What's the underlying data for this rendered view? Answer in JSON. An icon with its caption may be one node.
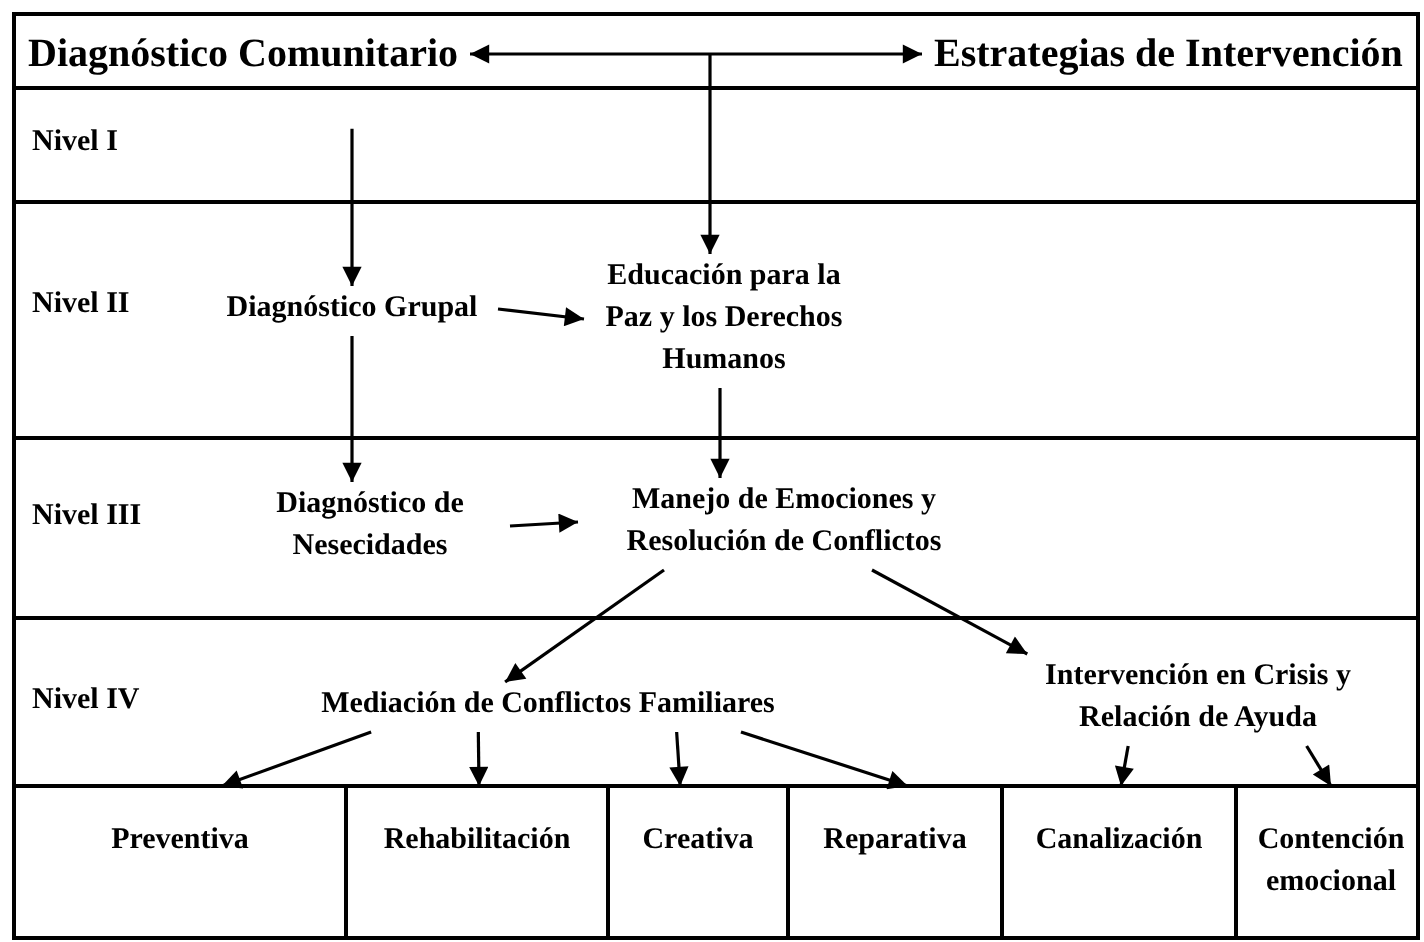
{
  "diagram": {
    "nodes": [
      {
        "text": [
          "Diagnóstico Comunitario"
        ]
      },
      {
        "text": [
          "Estrategias de Intervención"
        ]
      },
      {
        "text": [
          "Nivel I"
        ]
      },
      {
        "text": [
          "Nivel II"
        ]
      },
      {
        "text": [
          "Diagnóstico Grupal"
        ],
        "in": 3
      },
      {
        "text": [
          "Educación para la Paz y los Derechos Humanos"
        ],
        "in": 3
      },
      {
        "text": [
          "Nivel III"
        ]
      },
      {
        "text": [
          "Diagnóstico de Nesecidades"
        ],
        "in": 6
      },
      {
        "text": [
          "Manejo de  Emociones y Resolución de Conflictos"
        ],
        "in": 6
      },
      {
        "text": [
          "Nivel IV"
        ]
      },
      {
        "text": [
          "Mediación de Conflictos Familiares"
        ],
        "in": 9
      },
      {
        "text": [
          "Intervención en Crisis y Relación de Ayuda"
        ],
        "in": 9
      },
      {
        "text": [
          "Preventiva"
        ]
      },
      {
        "text": [
          "Rehabilitación"
        ]
      },
      {
        "text": [
          "Creativa"
        ]
      },
      {
        "text": [
          "Reparativa"
        ]
      },
      {
        "text": [
          "Canalización"
        ]
      },
      {
        "text": [
          "Contención emocional"
        ]
      }
    ],
    "edges": [
      {
        "from": 0,
        "to": 1,
        "arrow": "both"
      },
      {
        "from": null,
        "to": 5,
        "arrow": "to"
      },
      {
        "from": 2,
        "to": 4,
        "arrow": "to"
      },
      {
        "from": 4,
        "to": 5,
        "arrow": "to"
      },
      {
        "from": 4,
        "to": 7,
        "arrow": "to"
      },
      {
        "from": 5,
        "to": 8,
        "arrow": "to"
      },
      {
        "from": 7,
        "to": 8,
        "arrow": "to"
      },
      {
        "from": 8,
        "to": 10,
        "arrow": "to"
      },
      {
        "from": 8,
        "to": 11,
        "arrow": "to"
      },
      {
        "from": 10,
        "to": 12,
        "arrow": "to"
      },
      {
        "from": 10,
        "to": 13,
        "arrow": "to"
      },
      {
        "from": 10,
        "to": 14,
        "arrow": "to"
      },
      {
        "from": 10,
        "to": 15,
        "arrow": "to"
      },
      {
        "from": 11,
        "to": 16,
        "arrow": "to"
      },
      {
        "from": 11,
        "to": 17,
        "arrow": "to"
      }
    ]
  }
}
